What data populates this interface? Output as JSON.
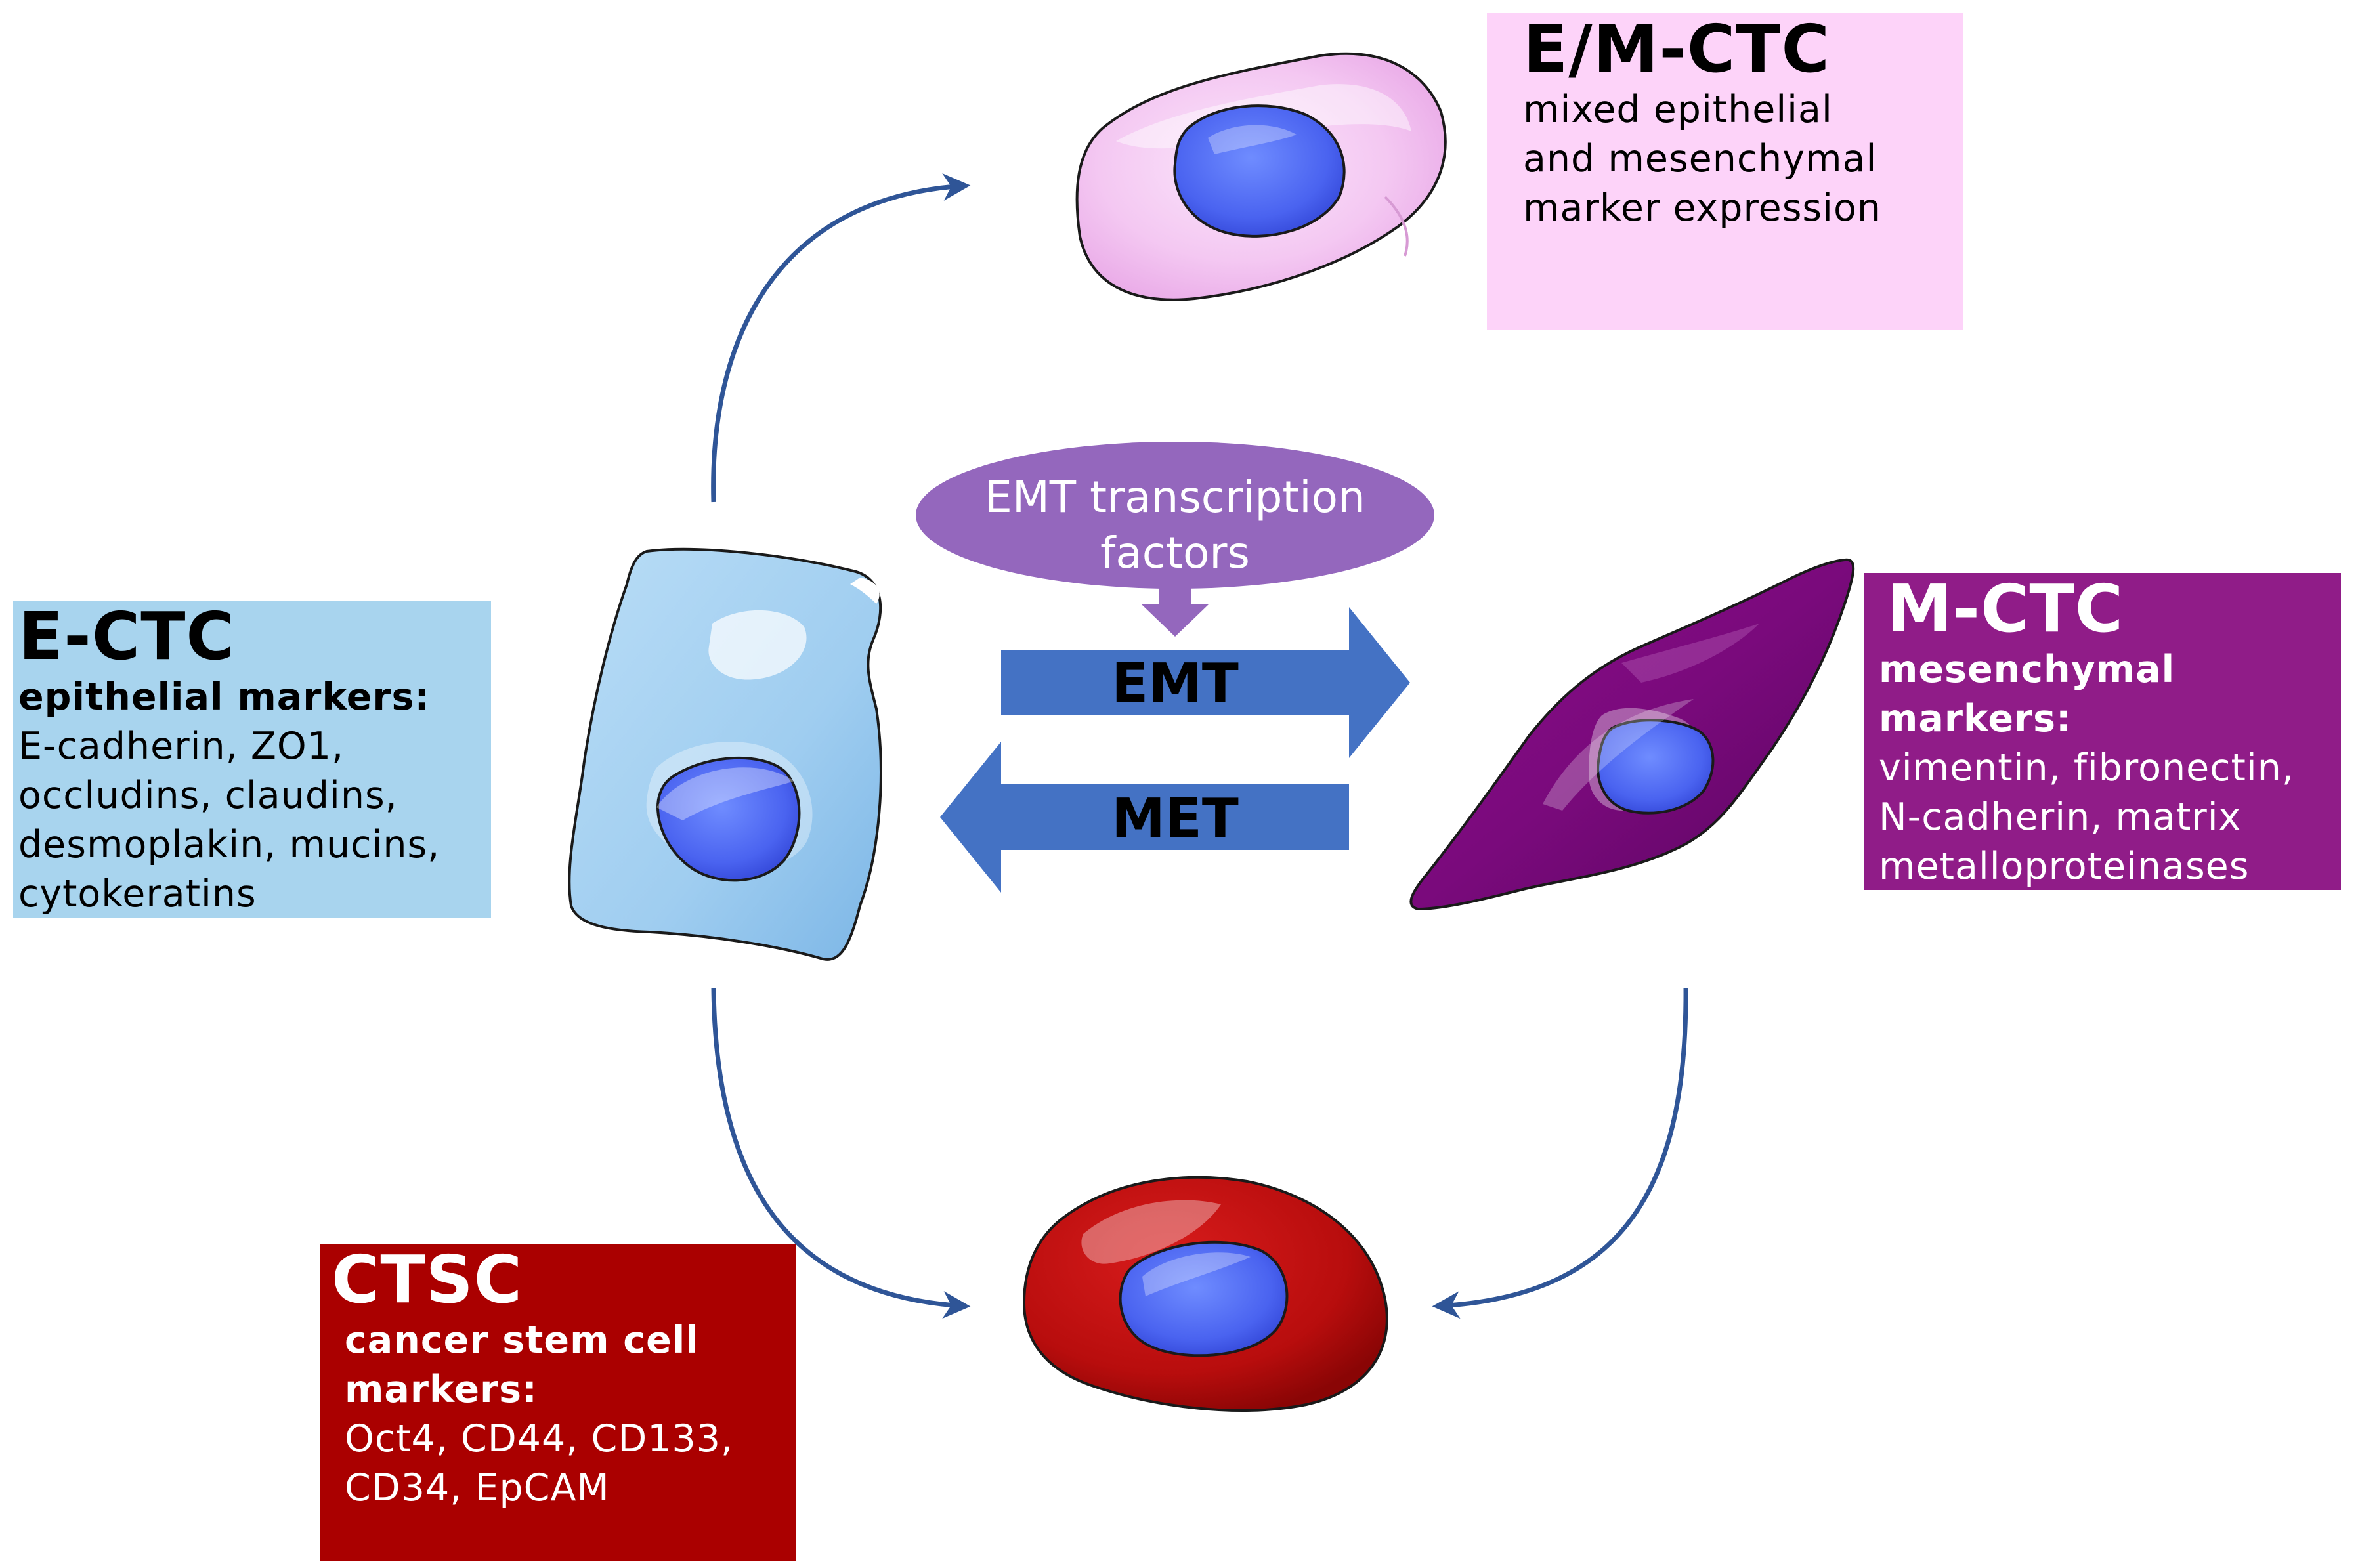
{
  "center": {
    "transcription_factors": "EMT transcription factors",
    "emt": "EMT",
    "met": "MET"
  },
  "ectc": {
    "title": "E-CTC",
    "subtitle": "epithelial markers:",
    "lines": [
      "E-cadherin, ZO1,",
      "occludins, claudins,",
      "desmoplakin, mucins,",
      "cytokeratins"
    ]
  },
  "emctc": {
    "title": "E/M-CTC",
    "lines": [
      "mixed epithelial",
      "and mesenchymal",
      "marker expression"
    ]
  },
  "mctc": {
    "title": "M-CTC",
    "subtitle_lines": [
      "mesenchymal",
      "markers:"
    ],
    "lines": [
      "vimentin, fibronectin,",
      "N-cadherin, matrix",
      "metalloproteinases"
    ]
  },
  "ctsc": {
    "title": "CTSC",
    "subtitle_lines": [
      "cancer stem cell",
      "markers:"
    ],
    "lines": [
      "Oct4, CD44, CD133,",
      "CD34, EpCAM"
    ]
  },
  "colors": {
    "arrow_blue": "#4472c4",
    "curve_blue": "#2f5597",
    "tf_purple": "#9467bd",
    "ectc_box": "#a8d4ee",
    "emctc_box": "#fdd3f9",
    "mctc_box": "#901c88",
    "ctsc_box": "#aa0000"
  }
}
